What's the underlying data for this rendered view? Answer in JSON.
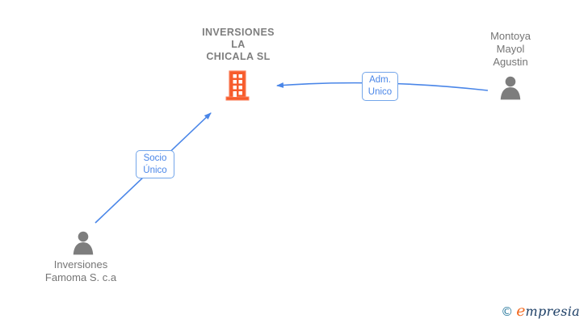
{
  "diagram": {
    "company": {
      "name": "INVERSIONES\nLA\nCHICALA  SL",
      "icon": "building-icon"
    },
    "administrator": {
      "name": "Montoya\nMayol\nAgustin",
      "icon": "person-icon"
    },
    "shareholder": {
      "name": "Inversiones\nFamoma S. c.a",
      "icon": "person-icon"
    },
    "edges": [
      {
        "label": "Socio\nÚnico",
        "from": "shareholder",
        "to": "company"
      },
      {
        "label": "Adm.\nUnico",
        "from": "administrator",
        "to": "company"
      }
    ]
  },
  "footer": {
    "copyright_symbol": "©",
    "brand_initial": "e",
    "brand_rest": "mpresia"
  },
  "colors": {
    "edge_blue": "#4a86e8",
    "edge_label_border": "#74a6ea",
    "building_orange": "#f75b2b",
    "person_gray": "#7d7d7d",
    "label_gray": "#757575",
    "title_gray": "#7e7e7e",
    "logo_teal": "#2b7a9e",
    "logo_orange": "#f26a21",
    "logo_navy": "#1d3f66"
  }
}
